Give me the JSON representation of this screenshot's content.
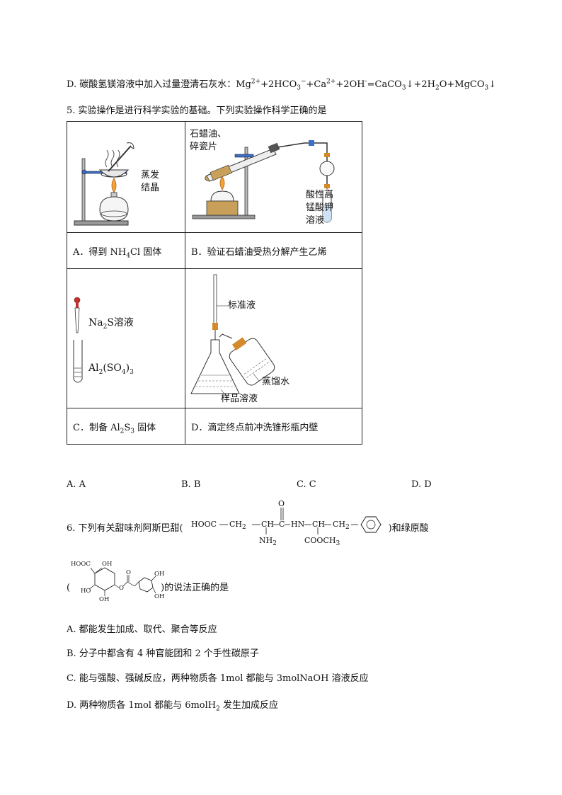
{
  "q4d": {
    "prefix": "D. 碳酸氢镁溶液中加入过量澄清石灰水：Mg",
    "sup1": "2+",
    "p2": "+2HCO",
    "sub1": "3",
    "sup2": "−",
    "p3": "+Ca",
    "sup3": "2+",
    "p4": "+2OH",
    "sup4": "-",
    "p5": "=CaCO",
    "sub2": "3",
    "p6": "↓+2H",
    "sub3": "2",
    "p7": "O+MgCO",
    "sub4": "3",
    "p8": "↓"
  },
  "q5": {
    "stem": "5. 实验操作是进行科学实验的基础。下列实验操作科学正确的是",
    "cellA": {
      "label1": "蒸发",
      "label2": "结晶",
      "cap_pre": "A．得到 NH",
      "cap_sub": "4",
      "cap_post": "Cl 固体"
    },
    "cellB": {
      "label1": "石蜡油、",
      "label2": "碎瓷片",
      "label3": "酸性高",
      "label4": "锰酸钾",
      "label5": "溶液",
      "cap": "B．验证石蜡油受热分解产生乙烯"
    },
    "cellC": {
      "reagent1_pre": "Na",
      "reagent1_sub": "2",
      "reagent1_post": "S溶液",
      "reagent2_pre": "Al",
      "reagent2_sub1": "2",
      "reagent2_mid": "(SO",
      "reagent2_sub2": "4",
      "reagent2_post": ")",
      "reagent2_sub3": "3",
      "cap_pre": "C．制备 Al",
      "cap_sub1": "2",
      "cap_mid": "S",
      "cap_sub2": "3",
      "cap_post": " 固体"
    },
    "cellD": {
      "label1": "标准液",
      "label2": "蒸馏水",
      "label3": "样品溶液",
      "cap": "D．滴定终点前冲洗锥形瓶内壁"
    },
    "options": [
      "A. A",
      "B. B",
      "C. C",
      "D. D"
    ]
  },
  "q6": {
    "stem_pre": "6. 下列有关甜味剂阿斯巴甜(",
    "stem_post": ")和绿原酸",
    "aspartame": {
      "hooc": "HOOC",
      "ch2a": "CH",
      "ch2a_sub": "2",
      "ch": "CH",
      "c": "C",
      "o": "O",
      "hn": "HN",
      "ch2": "CH",
      "ch2b": "CH",
      "ch2b_sub": "2",
      "nh2": "NH",
      "nh2_sub": "2",
      "cooch3": "COOCH",
      "cooch3_sub": "3"
    },
    "chlorogenic": {
      "hooc": "HOOC",
      "oh1": "OH",
      "oh2": "HO",
      "oh3": "OH",
      "o1": "O",
      "o2": "O",
      "oh4": "OH",
      "oh5": "OH"
    },
    "stem2_open": "(",
    "stem2": ")的说法正确的是",
    "optA": "A. 都能发生加成、取代、聚合等反应",
    "optB": "B. 分子中都含有 4 种官能团和 2 个手性碳原子",
    "optC_pre": "C. 能与强酸、强碱反应，两种物质各 1mol 都能与 3molNaOH 溶液反应",
    "optD_pre": "D. 两种物质各 1mol 都能与 6molH",
    "optD_sub": "2",
    "optD_post": " 发生加成反应"
  }
}
